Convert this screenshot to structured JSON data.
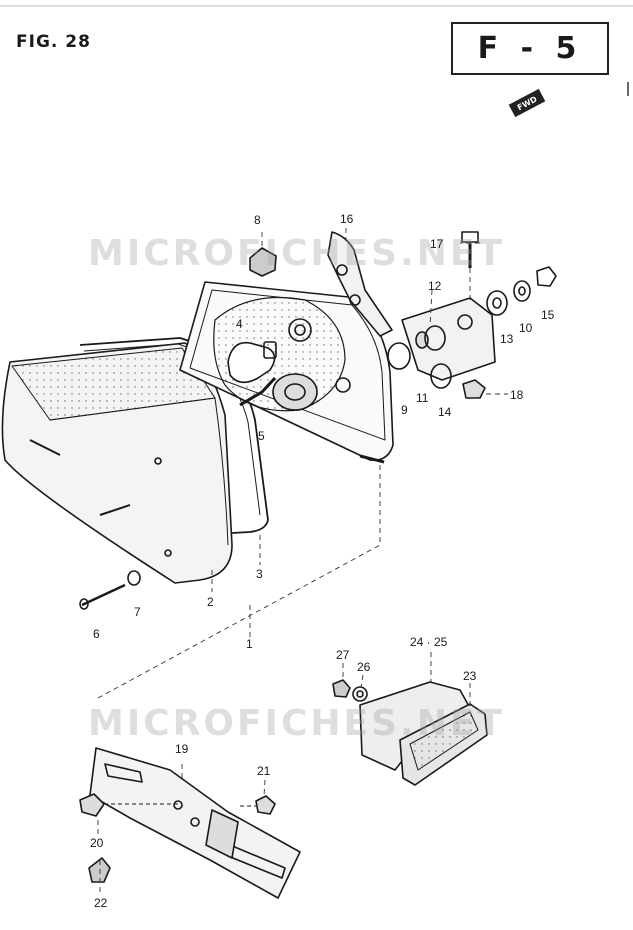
{
  "figure_label": "FIG. 28",
  "section_code": "F - 5",
  "fwd_label": "FWD",
  "watermark": "MICROFICHES.NET",
  "callouts": [
    {
      "id": "c1",
      "text": "1"
    },
    {
      "id": "c2",
      "text": "2"
    },
    {
      "id": "c3",
      "text": "3"
    },
    {
      "id": "c4",
      "text": "4"
    },
    {
      "id": "c5",
      "text": "5"
    },
    {
      "id": "c6",
      "text": "6"
    },
    {
      "id": "c7",
      "text": "7"
    },
    {
      "id": "c8",
      "text": "8"
    },
    {
      "id": "c9",
      "text": "9"
    },
    {
      "id": "c10",
      "text": "10"
    },
    {
      "id": "c11",
      "text": "11"
    },
    {
      "id": "c12",
      "text": "12"
    },
    {
      "id": "c13",
      "text": "13"
    },
    {
      "id": "c14",
      "text": "14"
    },
    {
      "id": "c15",
      "text": "15"
    },
    {
      "id": "c16",
      "text": "16"
    },
    {
      "id": "c17",
      "text": "17"
    },
    {
      "id": "c18",
      "text": "18"
    },
    {
      "id": "c19",
      "text": "19"
    },
    {
      "id": "c20",
      "text": "20"
    },
    {
      "id": "c21",
      "text": "21"
    },
    {
      "id": "c22",
      "text": "22"
    },
    {
      "id": "c23",
      "text": "23"
    },
    {
      "id": "c24",
      "text": "24 · 25"
    },
    {
      "id": "c26",
      "text": "26"
    },
    {
      "id": "c27",
      "text": "27"
    }
  ]
}
